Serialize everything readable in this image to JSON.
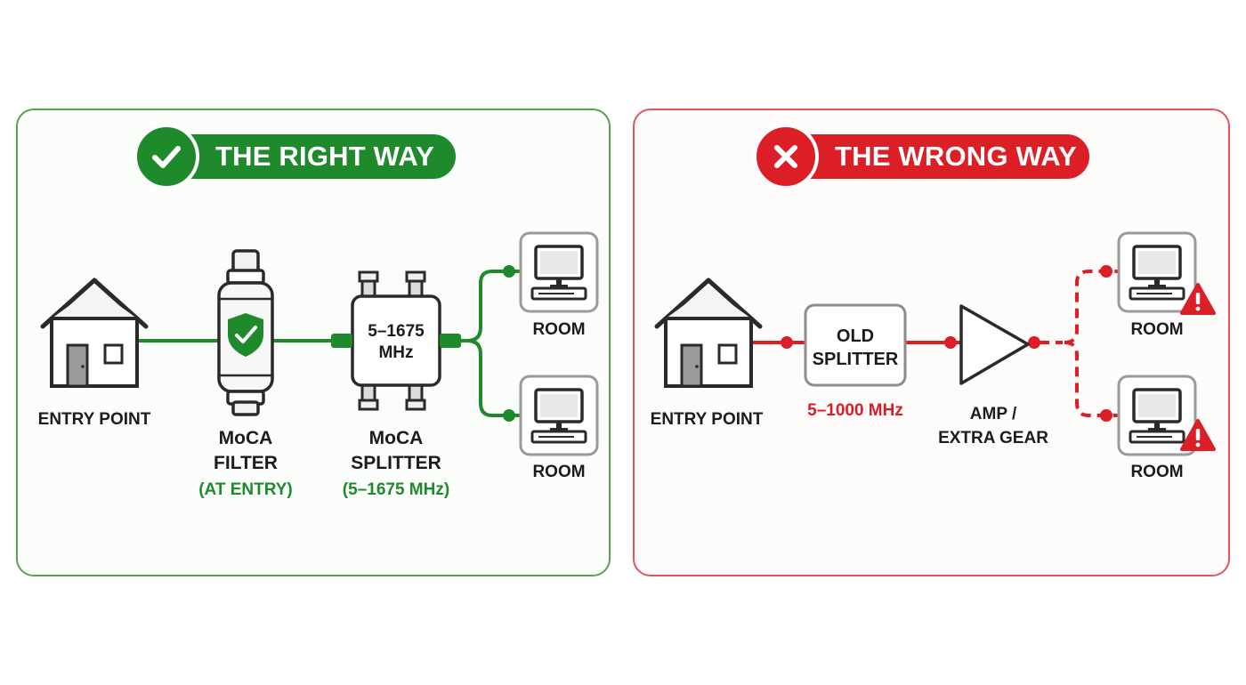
{
  "colors": {
    "green": "#1e8a2c",
    "red": "#dc1f26",
    "dark_outline": "#2a2a2a",
    "grey_box": "#8c8c8c"
  },
  "right_panel": {
    "title": "THE RIGHT WAY",
    "badge_icon": "checkmark-icon",
    "entry_label": "ENTRY POINT",
    "filter_label_1": "MoCA",
    "filter_label_2": "FILTER",
    "filter_note": "(AT ENTRY)",
    "splitter_inner_1": "5–1675",
    "splitter_inner_2": "MHz",
    "splitter_label_1": "MoCA",
    "splitter_label_2": "SPLITTER",
    "splitter_note": "(5–1675 MHz)",
    "room_top": "ROOM",
    "room_bottom": "ROOM"
  },
  "wrong_panel": {
    "title": "THE WRONG WAY",
    "badge_icon": "x-icon",
    "entry_label": "ENTRY POINT",
    "splitter_inner_1": "OLD",
    "splitter_inner_2": "SPLITTER",
    "splitter_note": "5–1000 MHz",
    "amp_label_1": "AMP /",
    "amp_label_2": "EXTRA GEAR",
    "room_top": "ROOM",
    "room_bottom": "ROOM",
    "warning_icon": "warning-icon"
  }
}
